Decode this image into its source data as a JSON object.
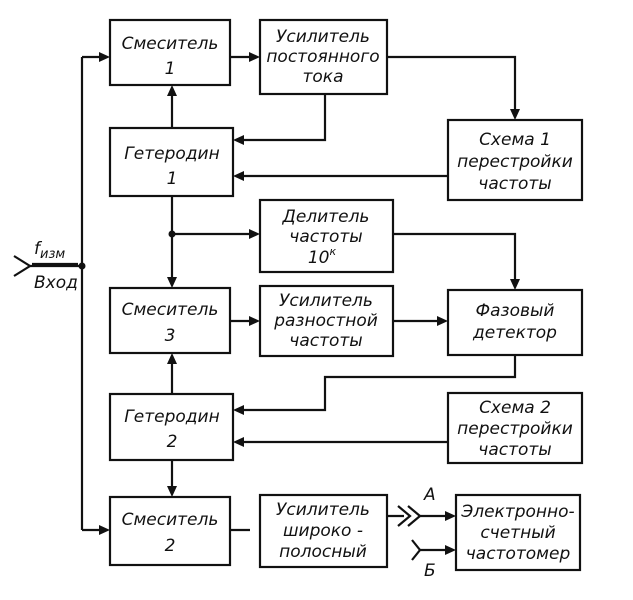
{
  "blocks": {
    "mixer1": [
      "Смеситель",
      "1"
    ],
    "dc_amp": [
      "Усилитель",
      "постоянного",
      "тока"
    ],
    "heterodyne1": [
      "Гетеродин",
      "1"
    ],
    "tuning1": [
      "Схема 1",
      "перестройки",
      "частоты"
    ],
    "divider": [
      "Делитель",
      "частоты"
    ],
    "divider_ratio": "10",
    "divider_exp": "к",
    "mixer3": [
      "Смеситель",
      "3"
    ],
    "diff_amp": [
      "Усилитель",
      "разностной",
      "частоты"
    ],
    "phase_det": [
      "Фазовый",
      "детектор"
    ],
    "heterodyne2": [
      "Гетеродин",
      "2"
    ],
    "tuning2": [
      "Схема 2",
      "перестройки",
      "частоты"
    ],
    "mixer2": [
      "Смеситель",
      "2"
    ],
    "wb_amp": [
      "Усилитель",
      "широко -",
      "полосный"
    ],
    "counter": [
      "Электронно-",
      "счетный",
      "частотомер"
    ]
  },
  "input": {
    "f_symbol": "f",
    "f_sub": "изм",
    "label": "Вход"
  },
  "terminals": {
    "a": "А",
    "b": "Б"
  }
}
